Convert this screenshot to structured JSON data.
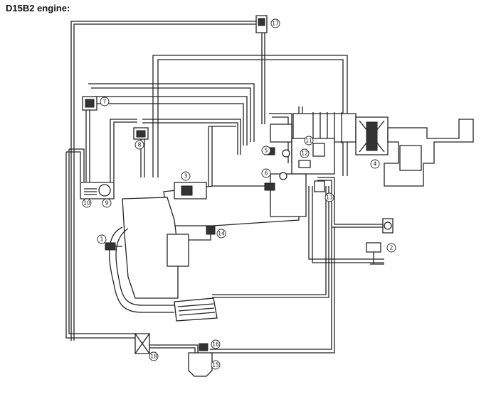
{
  "title": "D15B2 engine:",
  "callouts": {
    "c1": "1",
    "c2": "2",
    "c3": "3",
    "c4": "4",
    "c5": "5",
    "c6": "6",
    "c7": "7",
    "c8": "8",
    "c9": "9",
    "c10": "10",
    "c11": "11",
    "c12": "12",
    "c13": "13",
    "c14": "14",
    "c15": "15",
    "c16": "16",
    "c17": "17",
    "c18": "18"
  }
}
